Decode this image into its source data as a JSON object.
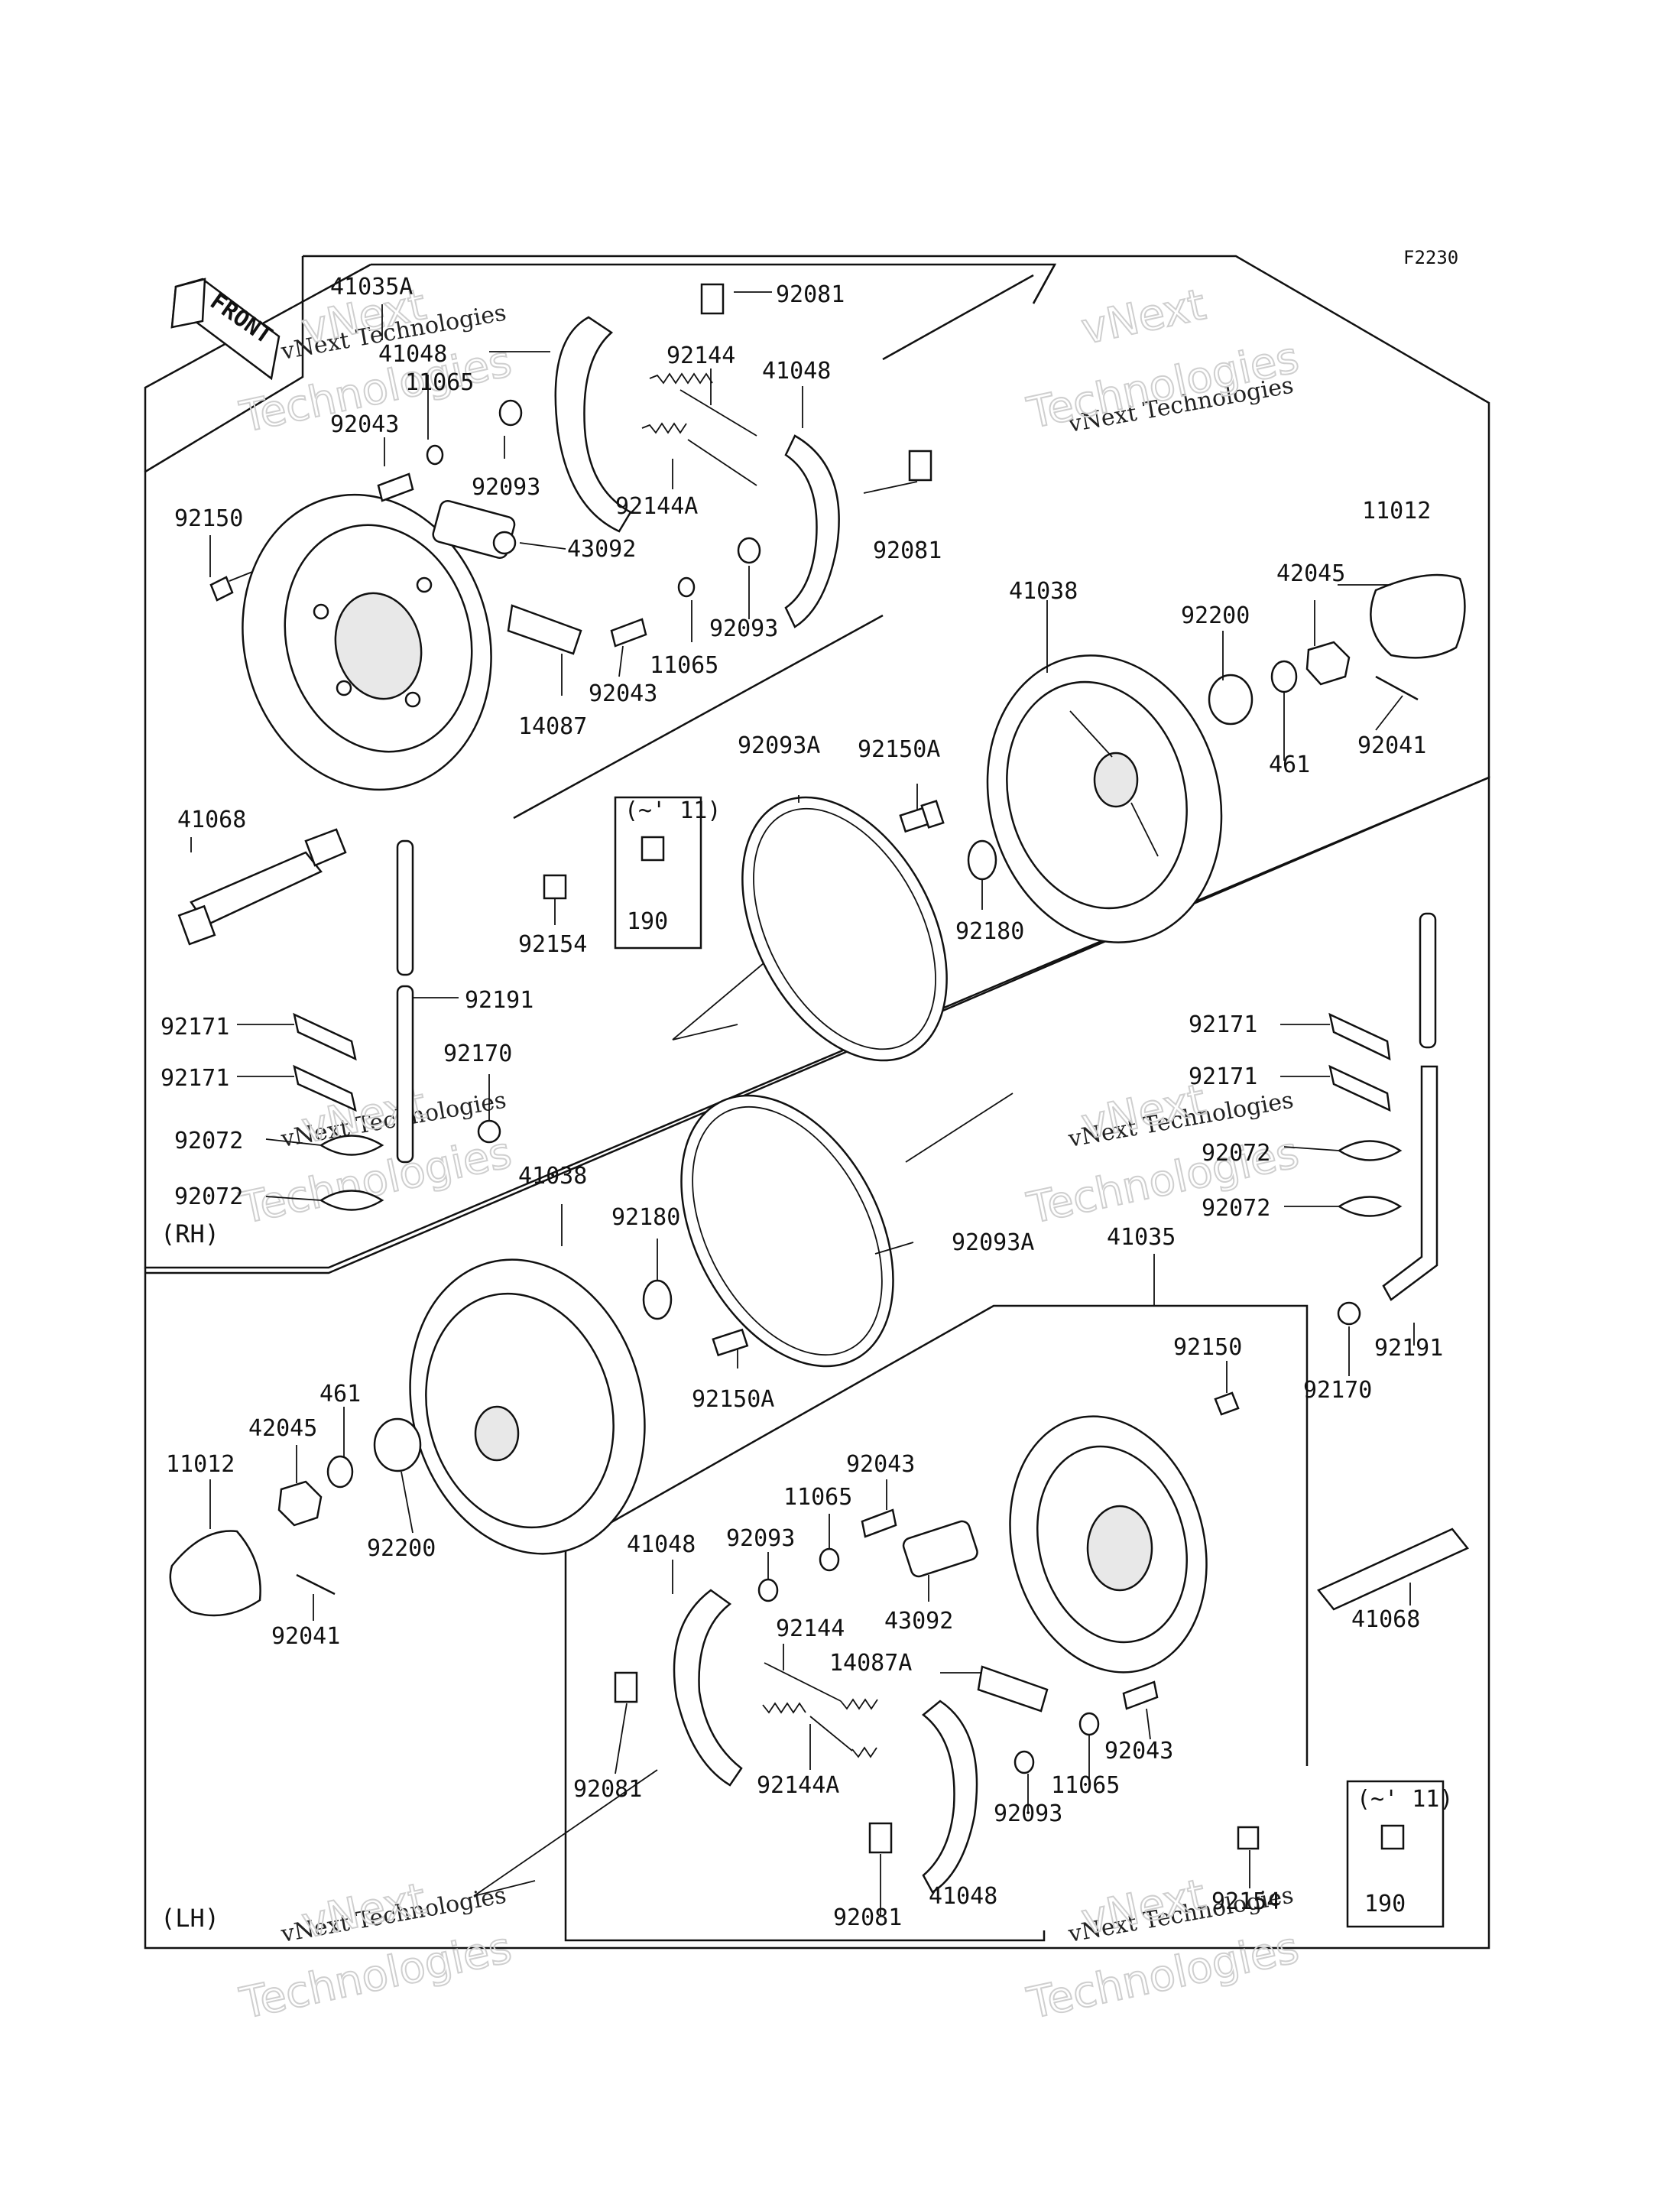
{
  "figure_code": "F2230",
  "front_label": "FRONT",
  "section_labels": {
    "rh": "(RH)",
    "lh": "(LH)"
  },
  "inset_labels": {
    "rh": "(~' 11)",
    "lh": "(~' 11)"
  },
  "watermark": {
    "line1": "vNext Technologies",
    "line2": "vNext",
    "line3": "Technologies"
  },
  "parts_rh": [
    {
      "id": "p41035A",
      "label": "41035A"
    },
    {
      "id": "p41048a",
      "label": "41048"
    },
    {
      "id": "p92081a",
      "label": "92081"
    },
    {
      "id": "p92144",
      "label": "92144"
    },
    {
      "id": "p41048b",
      "label": "41048"
    },
    {
      "id": "p11065a",
      "label": "11065"
    },
    {
      "id": "p92043a",
      "label": "92043"
    },
    {
      "id": "p92093a",
      "label": "92093"
    },
    {
      "id": "p92144A",
      "label": "92144A"
    },
    {
      "id": "p92150",
      "label": "92150"
    },
    {
      "id": "p43092",
      "label": "43092"
    },
    {
      "id": "p92081b",
      "label": "92081"
    },
    {
      "id": "p11012",
      "label": "11012"
    },
    {
      "id": "p41038",
      "label": "41038"
    },
    {
      "id": "p42045",
      "label": "42045"
    },
    {
      "id": "p92200",
      "label": "92200"
    },
    {
      "id": "p92093b",
      "label": "92093"
    },
    {
      "id": "p11065b",
      "label": "11065"
    },
    {
      "id": "p92043b",
      "label": "92043"
    },
    {
      "id": "p14087",
      "label": "14087"
    },
    {
      "id": "p461",
      "label": "461"
    },
    {
      "id": "p92041",
      "label": "92041"
    },
    {
      "id": "p92093A",
      "label": "92093A"
    },
    {
      "id": "p92150A",
      "label": "92150A"
    },
    {
      "id": "p41068",
      "label": "41068"
    },
    {
      "id": "p190",
      "label": "190"
    },
    {
      "id": "p92180",
      "label": "92180"
    },
    {
      "id": "p92154",
      "label": "92154"
    },
    {
      "id": "p92191",
      "label": "92191"
    },
    {
      "id": "p92171a",
      "label": "92171"
    },
    {
      "id": "p92170",
      "label": "92170"
    },
    {
      "id": "p92171b",
      "label": "92171"
    },
    {
      "id": "p92072a",
      "label": "92072"
    },
    {
      "id": "p92072b",
      "label": "92072"
    }
  ],
  "parts_lh": [
    {
      "id": "q92171a",
      "label": "92171"
    },
    {
      "id": "q92171b",
      "label": "92171"
    },
    {
      "id": "q92072a",
      "label": "92072"
    },
    {
      "id": "q92072b",
      "label": "92072"
    },
    {
      "id": "q41038",
      "label": "41038"
    },
    {
      "id": "q92180",
      "label": "92180"
    },
    {
      "id": "q92093A",
      "label": "92093A"
    },
    {
      "id": "q41035",
      "label": "41035"
    },
    {
      "id": "q92191",
      "label": "92191"
    },
    {
      "id": "q92150",
      "label": "92150"
    },
    {
      "id": "q92150A",
      "label": "92150A"
    },
    {
      "id": "q92170",
      "label": "92170"
    },
    {
      "id": "q461",
      "label": "461"
    },
    {
      "id": "q42045",
      "label": "42045"
    },
    {
      "id": "q11012",
      "label": "11012"
    },
    {
      "id": "q92043a",
      "label": "92043"
    },
    {
      "id": "q11065a",
      "label": "11065"
    },
    {
      "id": "q92200",
      "label": "92200"
    },
    {
      "id": "q92093a",
      "label": "92093"
    },
    {
      "id": "q41048a",
      "label": "41048"
    },
    {
      "id": "q41068",
      "label": "41068"
    },
    {
      "id": "q43092",
      "label": "43092"
    },
    {
      "id": "q92144",
      "label": "92144"
    },
    {
      "id": "q92041",
      "label": "92041"
    },
    {
      "id": "q14087A",
      "label": "14087A"
    },
    {
      "id": "q92043b",
      "label": "92043"
    },
    {
      "id": "q92081a",
      "label": "92081"
    },
    {
      "id": "q92144A",
      "label": "92144A"
    },
    {
      "id": "q11065b",
      "label": "11065"
    },
    {
      "id": "q92093b",
      "label": "92093"
    },
    {
      "id": "q92154",
      "label": "92154"
    },
    {
      "id": "q190",
      "label": "190"
    },
    {
      "id": "q92081b",
      "label": "92081"
    },
    {
      "id": "q41048b",
      "label": "41048"
    }
  ]
}
